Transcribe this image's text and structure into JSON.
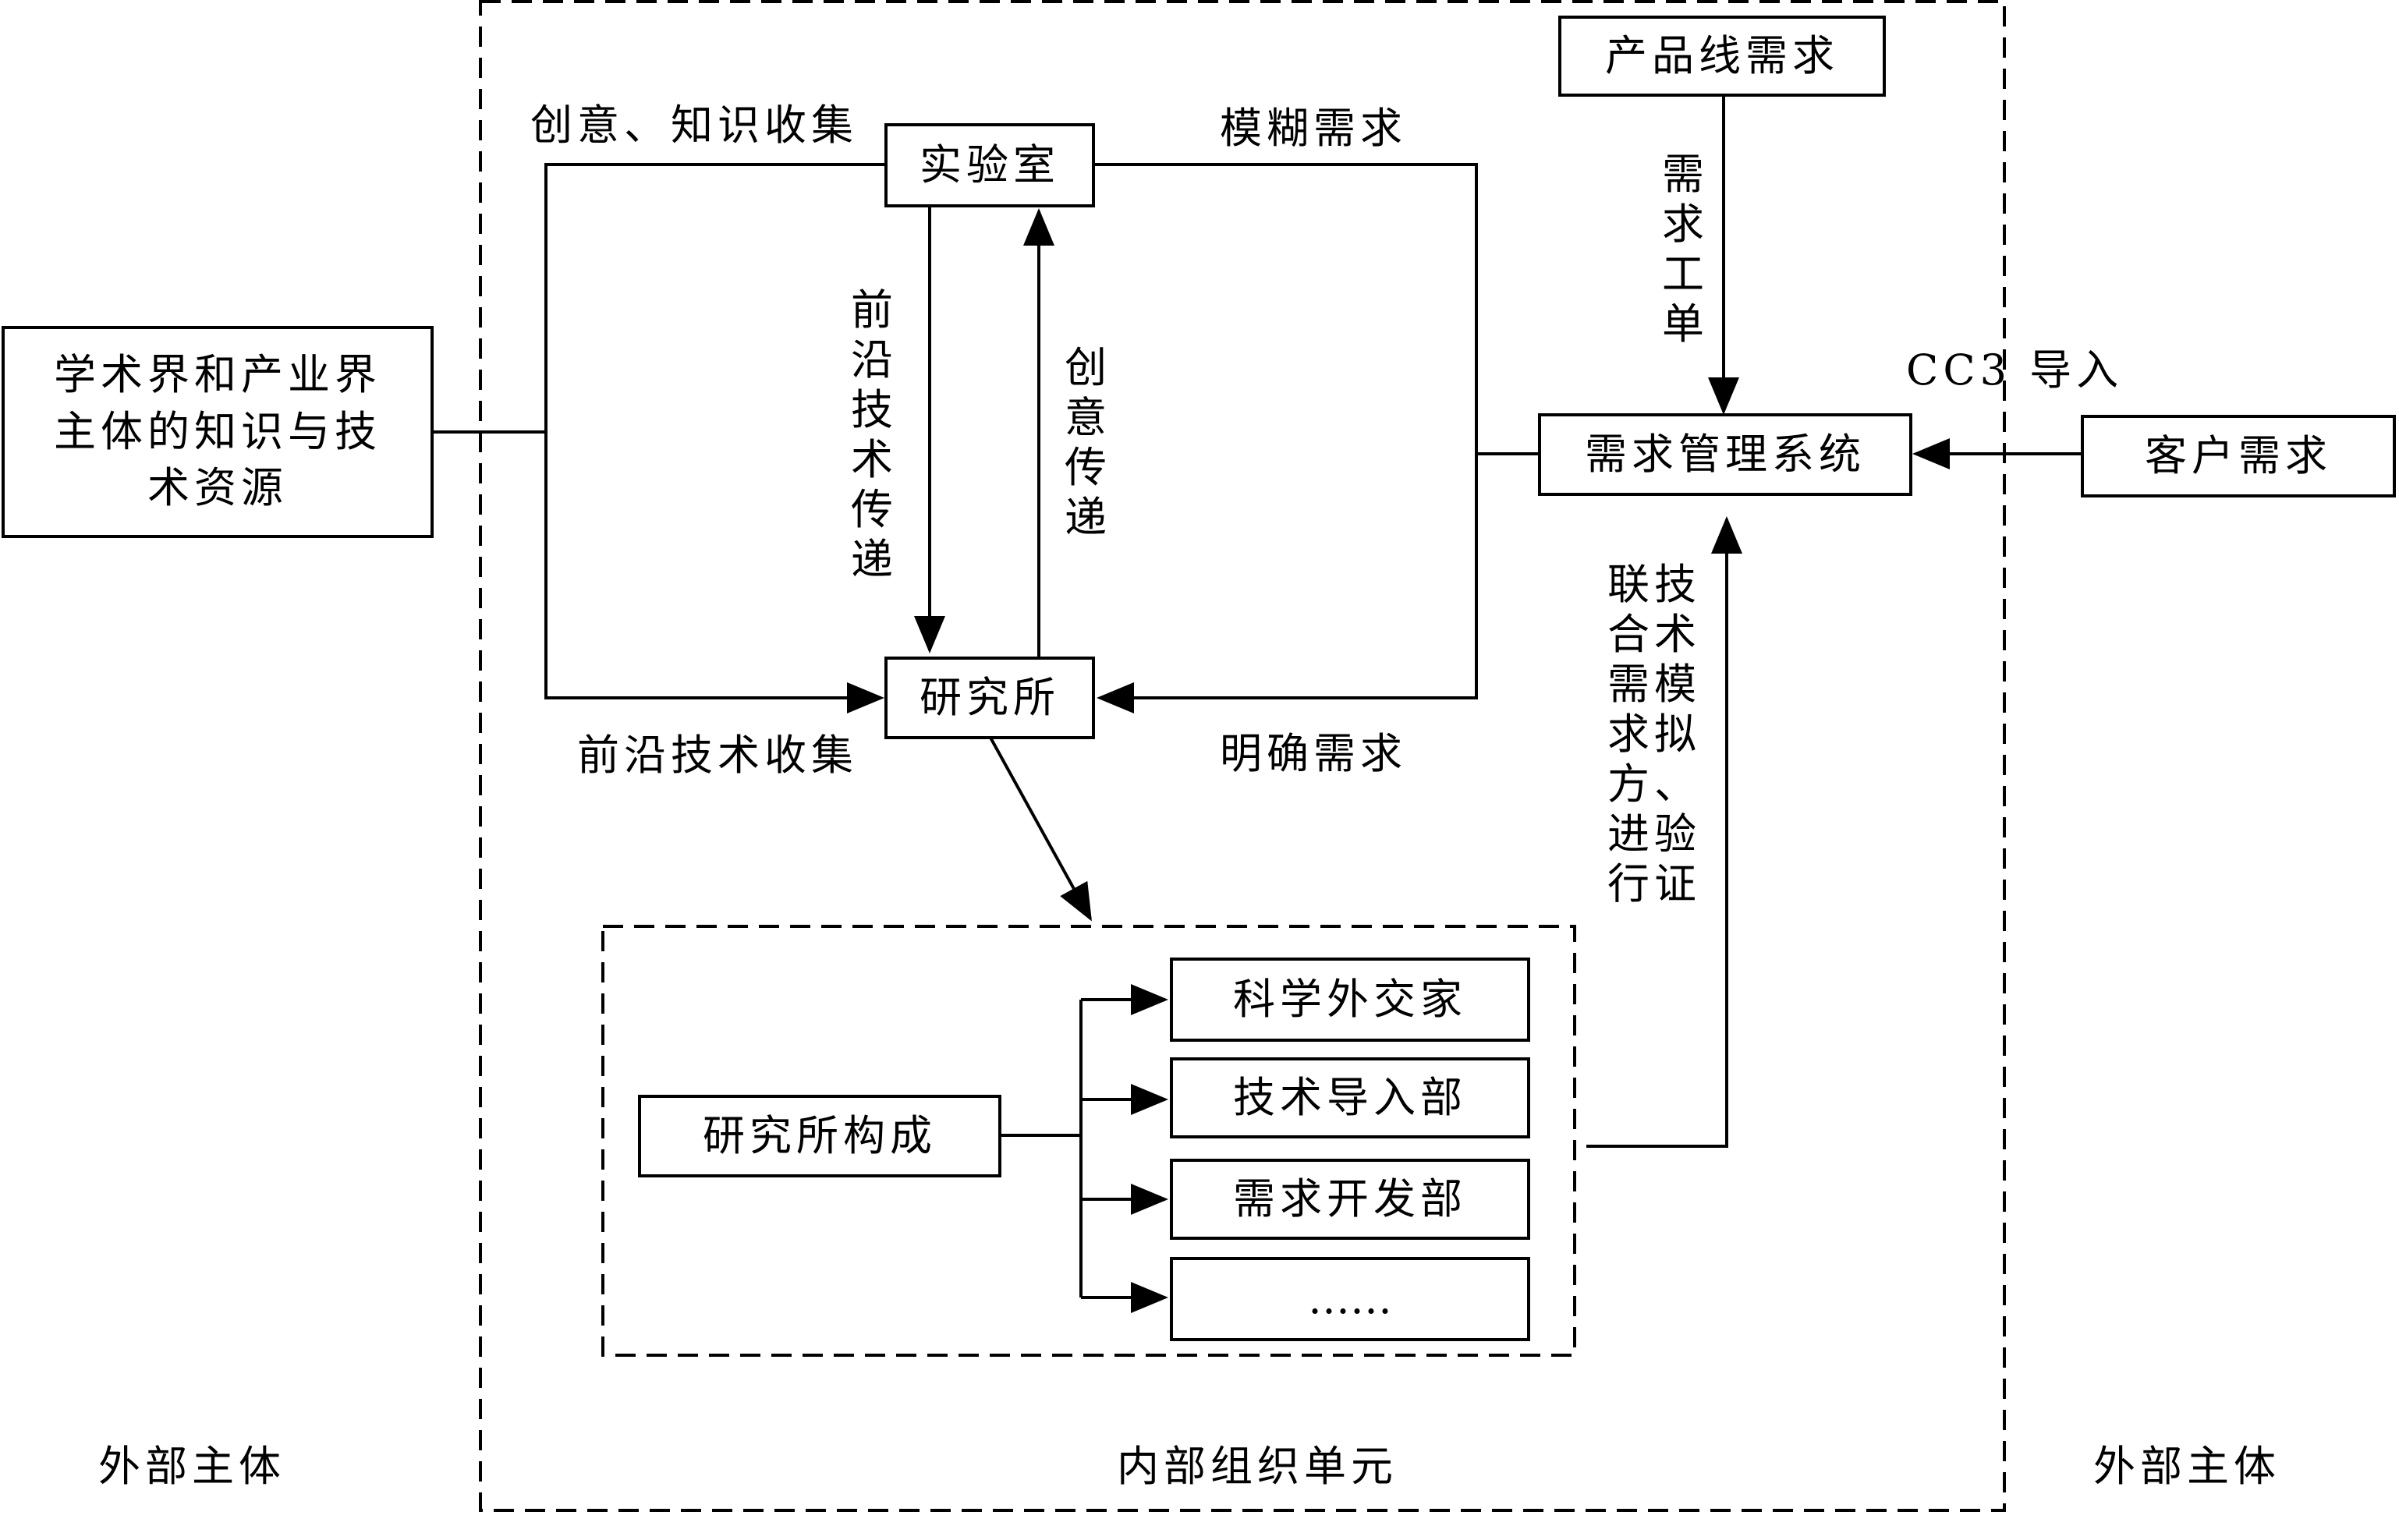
{
  "nodes": {
    "academia": "学术界和产业界\n主体的知识与技\n术资源",
    "lab": "实验室",
    "institute": "研究所",
    "req_system": "需求管理系统",
    "product_line": "产品线需求",
    "customer": "客户需求",
    "inst_composition": "研究所构成",
    "sci_diplomat": "科学外交家",
    "tech_import": "技术导入部",
    "req_dev": "需求开发部",
    "etc": "……"
  },
  "edges": {
    "idea_collect": "创意、知识收集",
    "fuzzy_req": "模糊需求",
    "frontier_transfer": "前沿技术传递",
    "idea_transfer": "创意传递",
    "frontier_collect": "前沿技术收集",
    "clear_req": "明确需求",
    "req_ticket": "需求工单",
    "cc3_import": "CC3 导入",
    "tech_sim_col1": "技术模拟、验证",
    "tech_sim_col2": "联合需求方进行"
  },
  "regions": {
    "external_left": "外部主体",
    "internal": "内部组织单元",
    "external_right": "外部主体"
  }
}
